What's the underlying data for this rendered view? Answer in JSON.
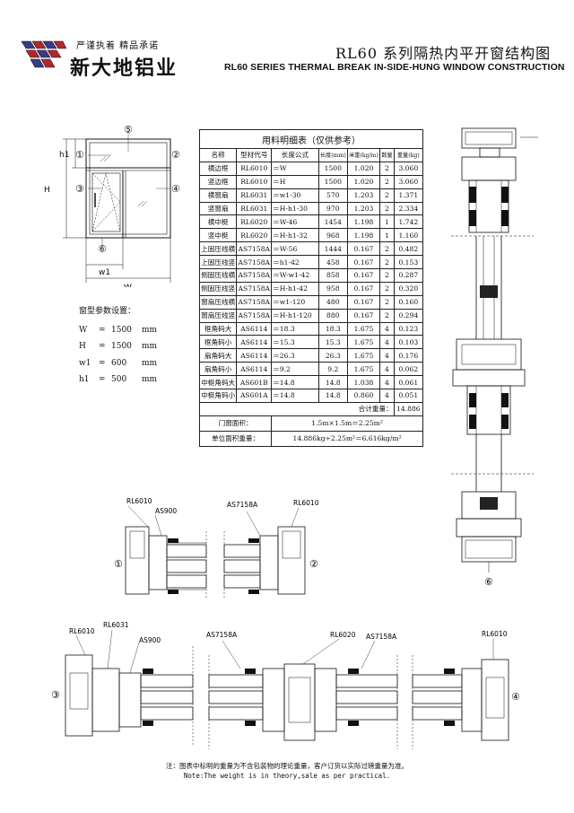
{
  "header": {
    "slogan": "严谨执着 精品承诺",
    "company": "新大地铝业",
    "title_cn": "RL60 系列隔热内平开窗结构图",
    "title_en": "RL60 SERIES THERMAL BREAK IN-SIDE-HUNG WINDOW CONSTRUCTION"
  },
  "elevation": {
    "markers": [
      "①",
      "②",
      "③",
      "④",
      "⑤",
      "⑥"
    ],
    "dims": {
      "H": "H",
      "h1": "h1",
      "W": "W",
      "w1": "w1"
    }
  },
  "params": {
    "title": "窗型参数设置：",
    "rows": [
      {
        "k": "W",
        "eq": "=",
        "v": "1500",
        "u": "mm"
      },
      {
        "k": "H",
        "eq": "=",
        "v": "1500",
        "u": "mm"
      },
      {
        "k": "w1",
        "eq": "=",
        "v": "600",
        "u": "mm"
      },
      {
        "k": "h1",
        "eq": "=",
        "v": "500",
        "u": "mm"
      }
    ]
  },
  "bom": {
    "title": "用料明细表（仅供参考）",
    "headers": [
      "名称",
      "型材代号",
      "长度公式",
      "长度(mm)",
      "米重(kg/m)",
      "数量",
      "重量(kg)"
    ],
    "rows": [
      [
        "横边框",
        "RL6010",
        "＝W",
        "1500",
        "1.020",
        "2",
        "3.060"
      ],
      [
        "竖边框",
        "RL6010",
        "＝H",
        "1500",
        "1.020",
        "2",
        "3.060"
      ],
      [
        "横窗扇",
        "RL6031",
        "＝w1-30",
        "570",
        "1.203",
        "2",
        "1.371"
      ],
      [
        "竖窗扇",
        "RL6031",
        "＝H-h1-30",
        "970",
        "1.203",
        "2",
        "2.334"
      ],
      [
        "横中梃",
        "RL6020",
        "＝W-46",
        "1454",
        "1.198",
        "1",
        "1.742"
      ],
      [
        "竖中梃",
        "RL6020",
        "＝H-h1-32",
        "968",
        "1.198",
        "1",
        "1.160"
      ],
      [
        "上固压线横",
        "AS7158A",
        "＝W-56",
        "1444",
        "0.167",
        "2",
        "0.482"
      ],
      [
        "上固压线竖",
        "AS7158A",
        "＝h1-42",
        "458",
        "0.167",
        "2",
        "0.153"
      ],
      [
        "侧固压线横",
        "AS7158A",
        "＝W-w1-42",
        "858",
        "0.167",
        "2",
        "0.287"
      ],
      [
        "侧固压线竖",
        "AS7158A",
        "＝H-h1-42",
        "958",
        "0.167",
        "2",
        "0.320"
      ],
      [
        "窗扇压线横",
        "AS7158A",
        "＝w1-120",
        "480",
        "0.167",
        "2",
        "0.160"
      ],
      [
        "窗扇压线竖",
        "AS7158A",
        "＝H-h1-120",
        "880",
        "0.167",
        "2",
        "0.294"
      ],
      [
        "框角码大",
        "AS6114",
        "＝18.3",
        "18.3",
        "1.675",
        "4",
        "0.123"
      ],
      [
        "框角码小",
        "AS6114",
        "＝15.3",
        "15.3",
        "1.675",
        "4",
        "0.103"
      ],
      [
        "扇角码大",
        "AS6114",
        "＝26.3",
        "26.3",
        "1.675",
        "4",
        "0.176"
      ],
      [
        "扇角码小",
        "AS6114",
        "＝9.2",
        "9.2",
        "1.675",
        "4",
        "0.062"
      ],
      [
        "中梃角码大",
        "AS601B",
        "＝14.8",
        "14.8",
        "1.038",
        "4",
        "0.061"
      ],
      [
        "中梃角码小",
        "AS601A",
        "＝14.8",
        "14.8",
        "0.860",
        "4",
        "0.051"
      ]
    ],
    "total_label": "合计重量：",
    "total_value": "14.886",
    "area_label": "门窗面积：",
    "area_value": "1.5m×1.5m＝2.25m²",
    "unit_label": "单位面积重量：",
    "unit_value": "14.886kg÷2.25m²＝6.616kg/m²"
  },
  "sections": {
    "s1_labels": [
      "RL6010",
      "AS900"
    ],
    "s2_labels": [
      "AS7158A",
      "RL6010"
    ],
    "s3_labels": [
      "RL6010",
      "RL6031",
      "AS900"
    ],
    "s4_labels": [
      "AS7158A",
      "RL6020",
      "AS7158A"
    ],
    "s5_labels": [
      "RL6010"
    ]
  },
  "footer": {
    "note_cn": "注：图表中标明的重量为不含包装物的理论重量，客户订货以实际过磅重量为准。",
    "note_en": "Note:The weight is in theory,sale as per practical."
  }
}
